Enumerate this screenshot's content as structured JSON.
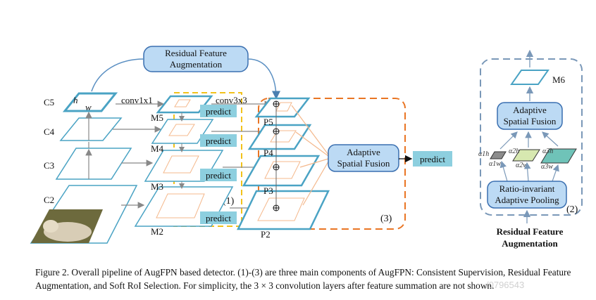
{
  "main_diagram": {
    "rfa_box_label": [
      "Residual Feature",
      "Augmentation"
    ],
    "conv1x1_label": "conv1x1",
    "conv3x3_label": "conv3x3",
    "h_label": "h",
    "w_label": "w",
    "c_labels": [
      "C5",
      "C4",
      "C3",
      "C2"
    ],
    "m_labels": [
      "M5",
      "M4",
      "M3",
      "M2"
    ],
    "p_labels": [
      "P5",
      "P4",
      "P3",
      "P2"
    ],
    "predict_label": "predict",
    "adaptive_fusion_label": [
      "Adaptive",
      "Spatial Fusion"
    ],
    "component_1": "(1)",
    "component_3": "(3)"
  },
  "side_panel": {
    "m6_label": "M6",
    "adaptive_fusion_label": [
      "Adaptive",
      "Spatial Fusion"
    ],
    "pooling_label": [
      "Ratio-invariant",
      "Adaptive Pooling"
    ],
    "alpha_labels": [
      "α1h",
      "α1w",
      "α2h",
      "α2w",
      "α3h",
      "α3w"
    ],
    "component_2": "(2)",
    "title": [
      "Residual Feature",
      "Augmentation"
    ]
  },
  "caption": {
    "text": "Figure 2. Overall pipeline of AugFPN based detector. (1)-(3) are three main components of AugFPN: Consistent Supervision, Residual Feature Augmentation, and Soft RoI Selection. For simplicity, the 3 × 3 convolution layers after feature summation are not shown."
  },
  "watermark": "/0796543",
  "colors": {
    "plane_stroke": "#4aa3c4",
    "box_fill": "#bcdaf4",
    "box_stroke": "#3a6fb0",
    "predict_fill": "#8dcfdf",
    "yellow_dash": "#f2c21b",
    "orange_dash": "#e97524",
    "roi_orange": "#f4b88c"
  }
}
